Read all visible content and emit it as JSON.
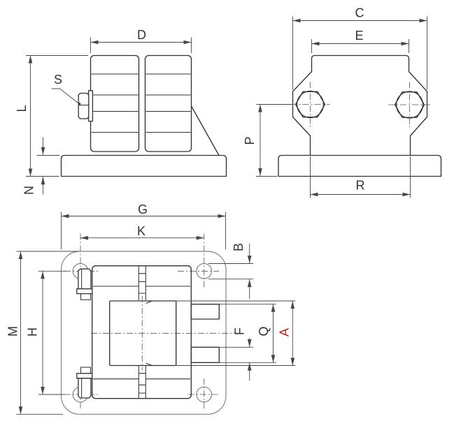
{
  "colors": {
    "background": "#ffffff",
    "object": "#333333",
    "construction": "#808080",
    "dim": "#474747",
    "centerline": "#555555",
    "accent": "#cc2020"
  },
  "views": {
    "front": {
      "dims": {
        "D": "D",
        "S": "S",
        "L": "L",
        "N": "N"
      }
    },
    "side": {
      "dims": {
        "C": "C",
        "E": "E",
        "P": "P",
        "R": "R"
      }
    },
    "top": {
      "dims": {
        "G": "G",
        "K": "K",
        "B": "B",
        "M": "M",
        "H": "H",
        "F": "F",
        "Q": "Q",
        "A": "A"
      }
    }
  }
}
